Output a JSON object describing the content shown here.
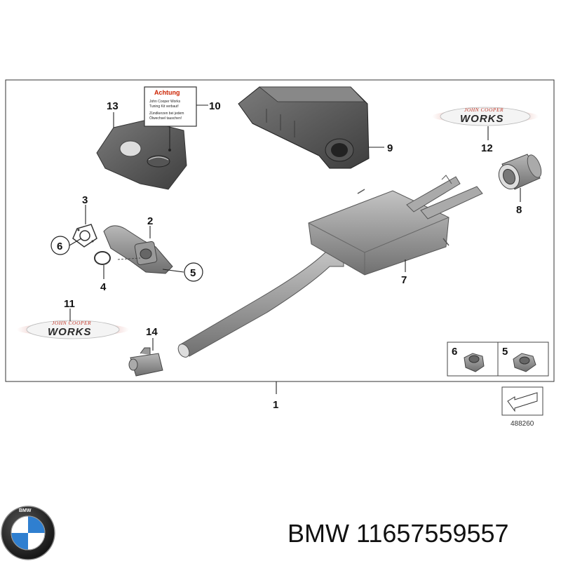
{
  "callouts": {
    "c1": "1",
    "c2": "2",
    "c3": "3",
    "c4": "4",
    "c5": "5",
    "c6": "6",
    "c7": "7",
    "c8": "8",
    "c9": "9",
    "c10": "10",
    "c11": "11",
    "c12": "12",
    "c13": "13",
    "c14": "14"
  },
  "legend": {
    "left_num": "6",
    "right_num": "5"
  },
  "warning_label": {
    "title": "Achtung",
    "line1": "John Cooper Works",
    "line2": "Tuning Kit verbaut!",
    "line3": "Zündkerzen bei jedem",
    "line4": "Ölwechsel tauschen!"
  },
  "jcw_logo": {
    "top": "JOHN COOPER",
    "main": "WORKS"
  },
  "reference_number": "488260",
  "brand_logo_letters": "BMW",
  "caption": {
    "brand": "BMW",
    "part_number": "11657559557"
  },
  "colors": {
    "part_gray": "#8d8d8d",
    "logo_red": "#c0392b",
    "bmw_blue": "#2f7fd0"
  }
}
